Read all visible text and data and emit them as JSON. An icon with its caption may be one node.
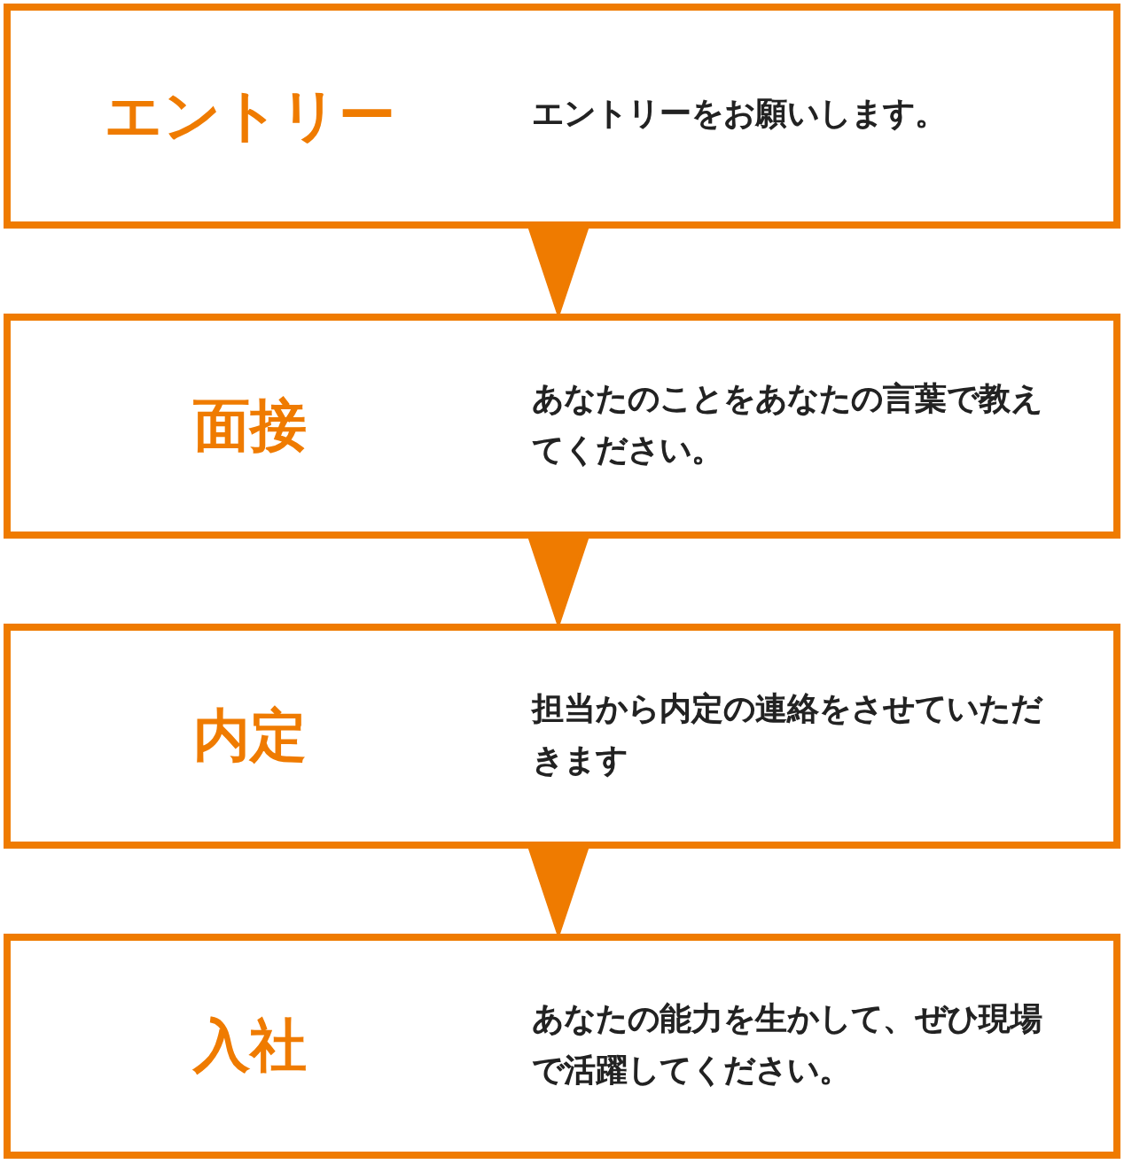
{
  "diagram": {
    "nodes": [
      {
        "text": [
          "エントリー",
          "エントリーをお願いします。"
        ]
      },
      {
        "text": [
          "面接",
          "あなたのことをあなたの言葉で教えてください。"
        ]
      },
      {
        "text": [
          "内定",
          "担当から内定の連絡をさせていただきます"
        ]
      },
      {
        "text": [
          "入社",
          "あなたの能力を生かして、ぜひ現場で活躍してください。"
        ]
      }
    ],
    "edges": [
      {
        "from": 0,
        "to": 1,
        "arrow": "to"
      },
      {
        "from": 1,
        "to": 2,
        "arrow": "to"
      },
      {
        "from": 2,
        "to": 3,
        "arrow": "to"
      }
    ]
  }
}
